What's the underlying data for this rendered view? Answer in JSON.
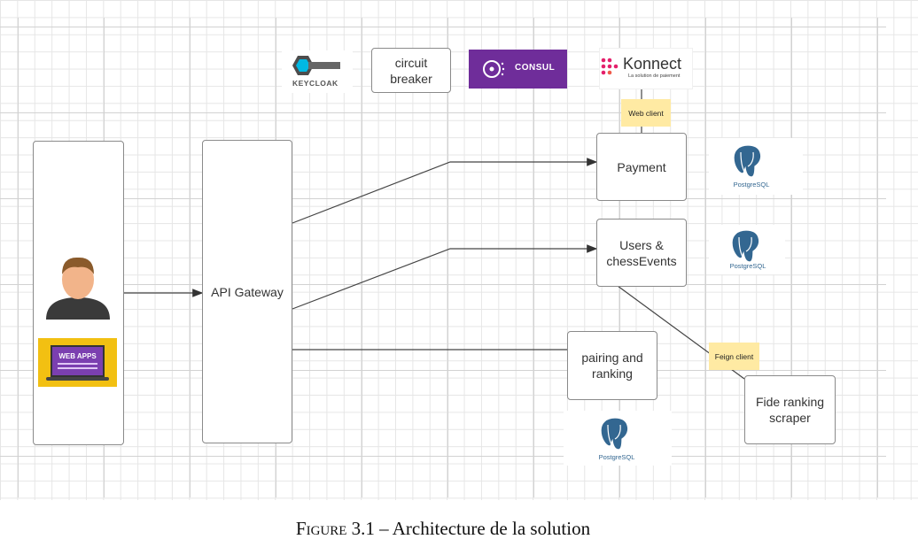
{
  "nodes": {
    "api_gateway": "API Gateway",
    "circuit_breaker": "circuit\nbreaker",
    "payment": "Payment",
    "users": "Users &\nchessEvents",
    "pairing": "pairing and\nranking",
    "fide": "Fide ranking\nscraper"
  },
  "notes": {
    "web_client": "Web client",
    "feign_client": "Feign client"
  },
  "logos": {
    "keycloak": "KEYCLOAK",
    "consul": "CONSUL",
    "konnect": "Konnect",
    "konnect_tagline": "La solution de paiement",
    "postgres": "PostgreSQL",
    "web_apps": "WEB APPS"
  },
  "caption": {
    "label": "Figure 3.1",
    "text": "– Architecture de la solution"
  },
  "colors": {
    "consul_bg": "#6f2d9a",
    "note_bg": "#ffeaa3",
    "postgres_blue": "#336791",
    "web_apps_yellow": "#f2c012"
  }
}
